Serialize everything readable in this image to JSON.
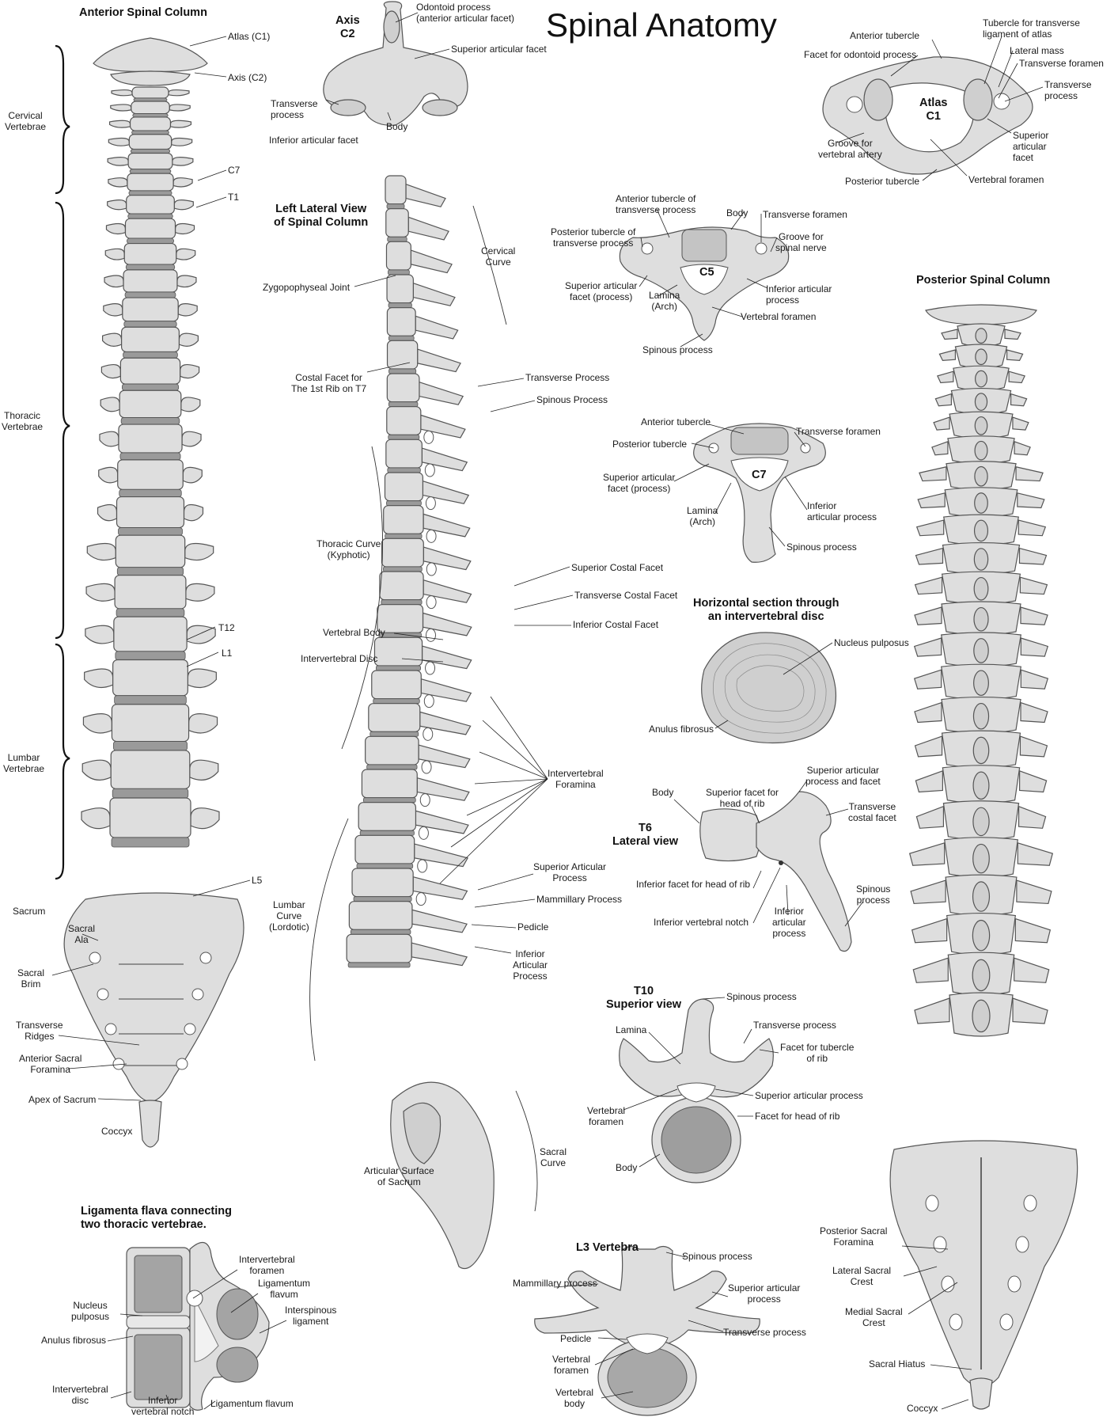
{
  "title": "Spinal Anatomy",
  "headings": {
    "anterior": "Anterior Spinal Column",
    "axis": "Axis\nC2",
    "lateral": "Left Lateral View\nof Spinal Column",
    "posterior": "Posterior Spinal Column",
    "atlas_inner": "Atlas\nC1",
    "c5": "C5",
    "c7": "C7",
    "disc_section": "Horizontal section through\nan intervertebral disc",
    "t6": "T6\nLateral view",
    "t10": "T10\nSuperior view",
    "l3": "L3 Vertebra",
    "ligamenta": "Ligamenta flava connecting\ntwo thoracic vertebrae."
  },
  "labels": {
    "atlas_c1": "Atlas (C1)",
    "axis_c2": "Axis (C2)",
    "cervical_vertebrae": "Cervical\nVertebrae",
    "c7": "C7",
    "t1": "T1",
    "thoracic_vertebrae": "Thoracic\nVertebrae",
    "t12": "T12",
    "l1": "L1",
    "lumbar_vertebrae": "Lumbar\nVertebrae",
    "l5": "L5",
    "sacrum": "Sacrum",
    "sacral_ala": "Sacral\nAla",
    "sacral_brim": "Sacral\nBrim",
    "transverse_ridges": "Transverse\nRidges",
    "anterior_sacral_foramina": "Anterior Sacral\nForamina",
    "apex_of_sacrum": "Apex of Sacrum",
    "coccyx_anterior": "Coccyx",
    "odontoid_process": "Odontoid process\n(anterior articular facet)",
    "axis_superior_articular_facet": "Superior articular facet",
    "axis_transverse_process": "Transverse\nprocess",
    "axis_body": "Body",
    "axis_inferior_articular_facet": "Inferior articular facet",
    "zygopophyseal_joint": "Zygopophyseal Joint",
    "costal_facet_1st_rib": "Costal Facet for\nThe 1st Rib on T7",
    "cervical_curve": "Cervical\nCurve",
    "transverse_process_lat": "Transverse Process",
    "spinous_process_lat": "Spinous Process",
    "thoracic_curve": "Thoracic Curve\n(Kyphotic)",
    "superior_costal_facet": "Superior Costal Facet",
    "transverse_costal_facet": "Transverse Costal Facet",
    "inferior_costal_facet": "Inferior Costal Facet",
    "vertebral_body_lat": "Vertebral Body",
    "intervertebral_disc_lat": "Intervertebral Disc",
    "intervertebral_foramina": "Intervertebral\nForamina",
    "superior_articular_process_lat": "Superior Articular\nProcess",
    "mammillary_process_lat": "Mammillary Process",
    "pedicle_lat": "Pedicle",
    "inferior_articular_process_lat": "Inferior\nArticular\nProcess",
    "lumbar_curve": "Lumbar\nCurve\n(Lordotic)",
    "articular_surface_sacrum": "Articular Surface\nof Sacrum",
    "sacral_curve": "Sacral\nCurve",
    "atlas_anterior_tubercle": "Anterior tubercle",
    "atlas_facet_odontoid": "Facet for odontoid process",
    "atlas_tubercle_transverse_ligament": "Tubercle for transverse\nligament of atlas",
    "atlas_lateral_mass": "Lateral mass",
    "atlas_transverse_foramen": "Transverse foramen",
    "atlas_transverse_process": "Transverse\nprocess",
    "atlas_superior_articular_facet": "Superior\narticular\nfacet",
    "atlas_groove_vertebral_artery": "Groove for\nvertebral artery",
    "atlas_vertebral_foramen": "Vertebral foramen",
    "atlas_posterior_tubercle": "Posterior tubercle",
    "c5_anterior_tubercle_tp": "Anterior tubercle of\ntransverse process",
    "c5_posterior_tubercle_tp": "Posterior tubercle of\ntransverse process",
    "c5_body": "Body",
    "c5_transverse_foramen": "Transverse foramen",
    "c5_groove_spinal_nerve": "Groove for\nspinal nerve",
    "c5_superior_articular_facet": "Superior articular\nfacet (process)",
    "c5_lamina": "Lamina\n(Arch)",
    "c5_inferior_articular_process": "Inferior articular\nprocess",
    "c5_vertebral_foramen": "Vertebral foramen",
    "c5_spinous_process": "Spinous process",
    "c7_anterior_tubercle": "Anterior tubercle",
    "c7_posterior_tubercle": "Posterior tubercle",
    "c7_transverse_foramen": "Transverse foramen",
    "c7_superior_articular_facet": "Superior articular\nfacet (process)",
    "c7_lamina": "Lamina\n(Arch)",
    "c7_inferior_articular_process": "Inferior\narticular process",
    "c7_spinous_process": "Spinous process",
    "nucleus_pulposus_disc": "Nucleus pulposus",
    "anulus_fibrosus_disc": "Anulus fibrosus",
    "t6_body": "Body",
    "t6_superior_facet_head_rib": "Superior facet for\nhead of rib",
    "t6_superior_articular_process": "Superior articular\nprocess and facet",
    "t6_transverse_costal_facet": "Transverse\ncostal facet",
    "t6_inferior_facet_head_rib": "Inferior facet for head of rib",
    "t6_spinous_process": "Spinous\nprocess",
    "t6_inferior_vertebral_notch": "Inferior vertebral notch",
    "t6_inferior_articular_process": "Inferior\narticular\nprocess",
    "t10_spinous_process": "Spinous process",
    "t10_lamina": "Lamina",
    "t10_transverse_process": "Transverse process",
    "t10_facet_tubercle_rib": "Facet for tubercle\nof rib",
    "t10_superior_articular_process": "Superior articular process",
    "t10_vertebral_foramen": "Vertebral\nforamen",
    "t10_facet_head_rib": "Facet for head of rib",
    "t10_body": "Body",
    "lig_intervertebral_foramen": "Intervertebral\nforamen",
    "lig_ligamentum_flavum": "Ligamentum\nflavum",
    "lig_interspinous_ligament": "Interspinous\nligament",
    "lig_nucleus_pulposus": "Nucleus\npulposus",
    "lig_anulus_fibrosus": "Anulus fibrosus",
    "lig_intervertebral_disc": "Intervertebral\ndisc",
    "lig_inferior_vertebral_notch": "Inferior\nvertebral notch",
    "lig_ligamentum_flavum_bottom": "Ligamentum flavum",
    "l3_spinous_process": "Spinous process",
    "l3_mammillary_process": "Mammillary process",
    "l3_superior_articular_process": "Superior articular\nprocess",
    "l3_transverse_process": "Transverse process",
    "l3_pedicle": "Pedicle",
    "l3_vertebral_foramen": "Vertebral\nforamen",
    "l3_vertebral_body": "Vertebral\nbody",
    "posterior_sacral_foramina": "Posterior Sacral\nForamina",
    "lateral_sacral_crest": "Lateral Sacral\nCrest",
    "medial_sacral_crest": "Medial Sacral\nCrest",
    "sacral_hiatus": "Sacral Hiatus",
    "coccyx_posterior": "Coccyx"
  }
}
